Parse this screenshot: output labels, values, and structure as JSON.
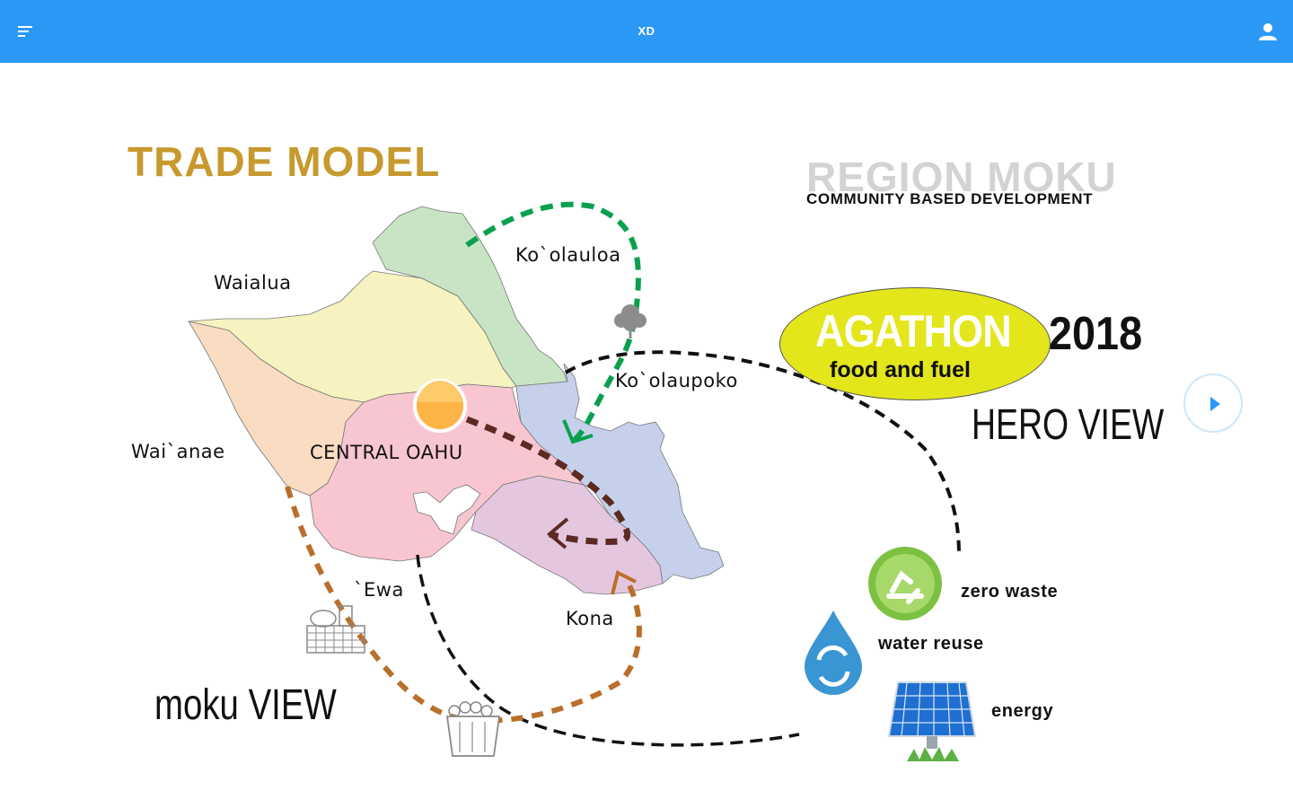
{
  "header": {
    "title": "XD",
    "menu_icon": "hamburger-menu-icon",
    "user_icon": "user-account-icon",
    "bar_color": "#2b98f6"
  },
  "slide": {
    "trade_title": "TRADE MODEL",
    "region_title": "REGION MOKU",
    "region_subtitle": "COMMUNITY BASED DEVELOPMENT",
    "agathon_name": "AGATHON",
    "agathon_tagline": "food and fuel",
    "agathon_year": "2018",
    "hero_view": "HERO VIEW",
    "moku_view": "moku VIEW",
    "regions": {
      "koolauloa": "Ko`olauloa",
      "waialua": "Waialua",
      "koolaupoko": "Ko`olaupoko",
      "waianae": "Wai`anae",
      "central": "CENTRAL OAHU",
      "ewa": "`Ewa",
      "kona": "Kona"
    },
    "legend": [
      {
        "label": "zero waste",
        "icon": "recycle-icon"
      },
      {
        "label": "water reuse",
        "icon": "water-drop-icon"
      },
      {
        "label": "energy",
        "icon": "solar-panel-icon"
      }
    ],
    "play_icon": "play-icon",
    "colors": {
      "gold": "#c7992e",
      "agathon_ellipse": "#e3e61b",
      "green_path": "#0aa04f",
      "brown_path": "#5c2a22",
      "orange_path": "#b96f2b"
    }
  }
}
